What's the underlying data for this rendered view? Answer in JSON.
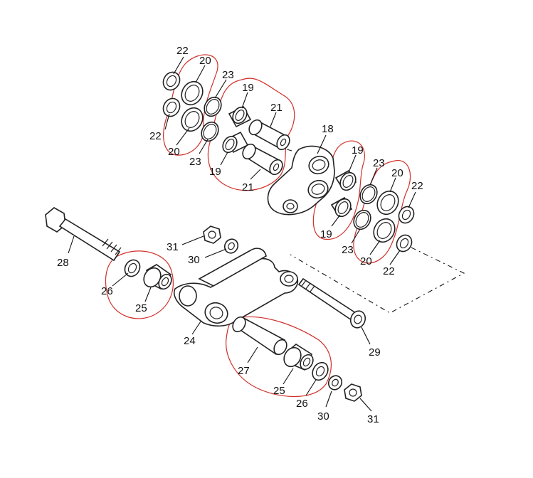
{
  "part_numbers": {
    "p18": "18",
    "p19": "19",
    "p20": "20",
    "p21": "21",
    "p22": "22",
    "p23": "23",
    "p24": "24",
    "p25": "25",
    "p26": "26",
    "p27": "27",
    "p28": "28",
    "p29": "29",
    "p30": "30",
    "p31": "31"
  },
  "colors": {
    "highlight_outline": "#d0302a",
    "line": "#222222"
  }
}
